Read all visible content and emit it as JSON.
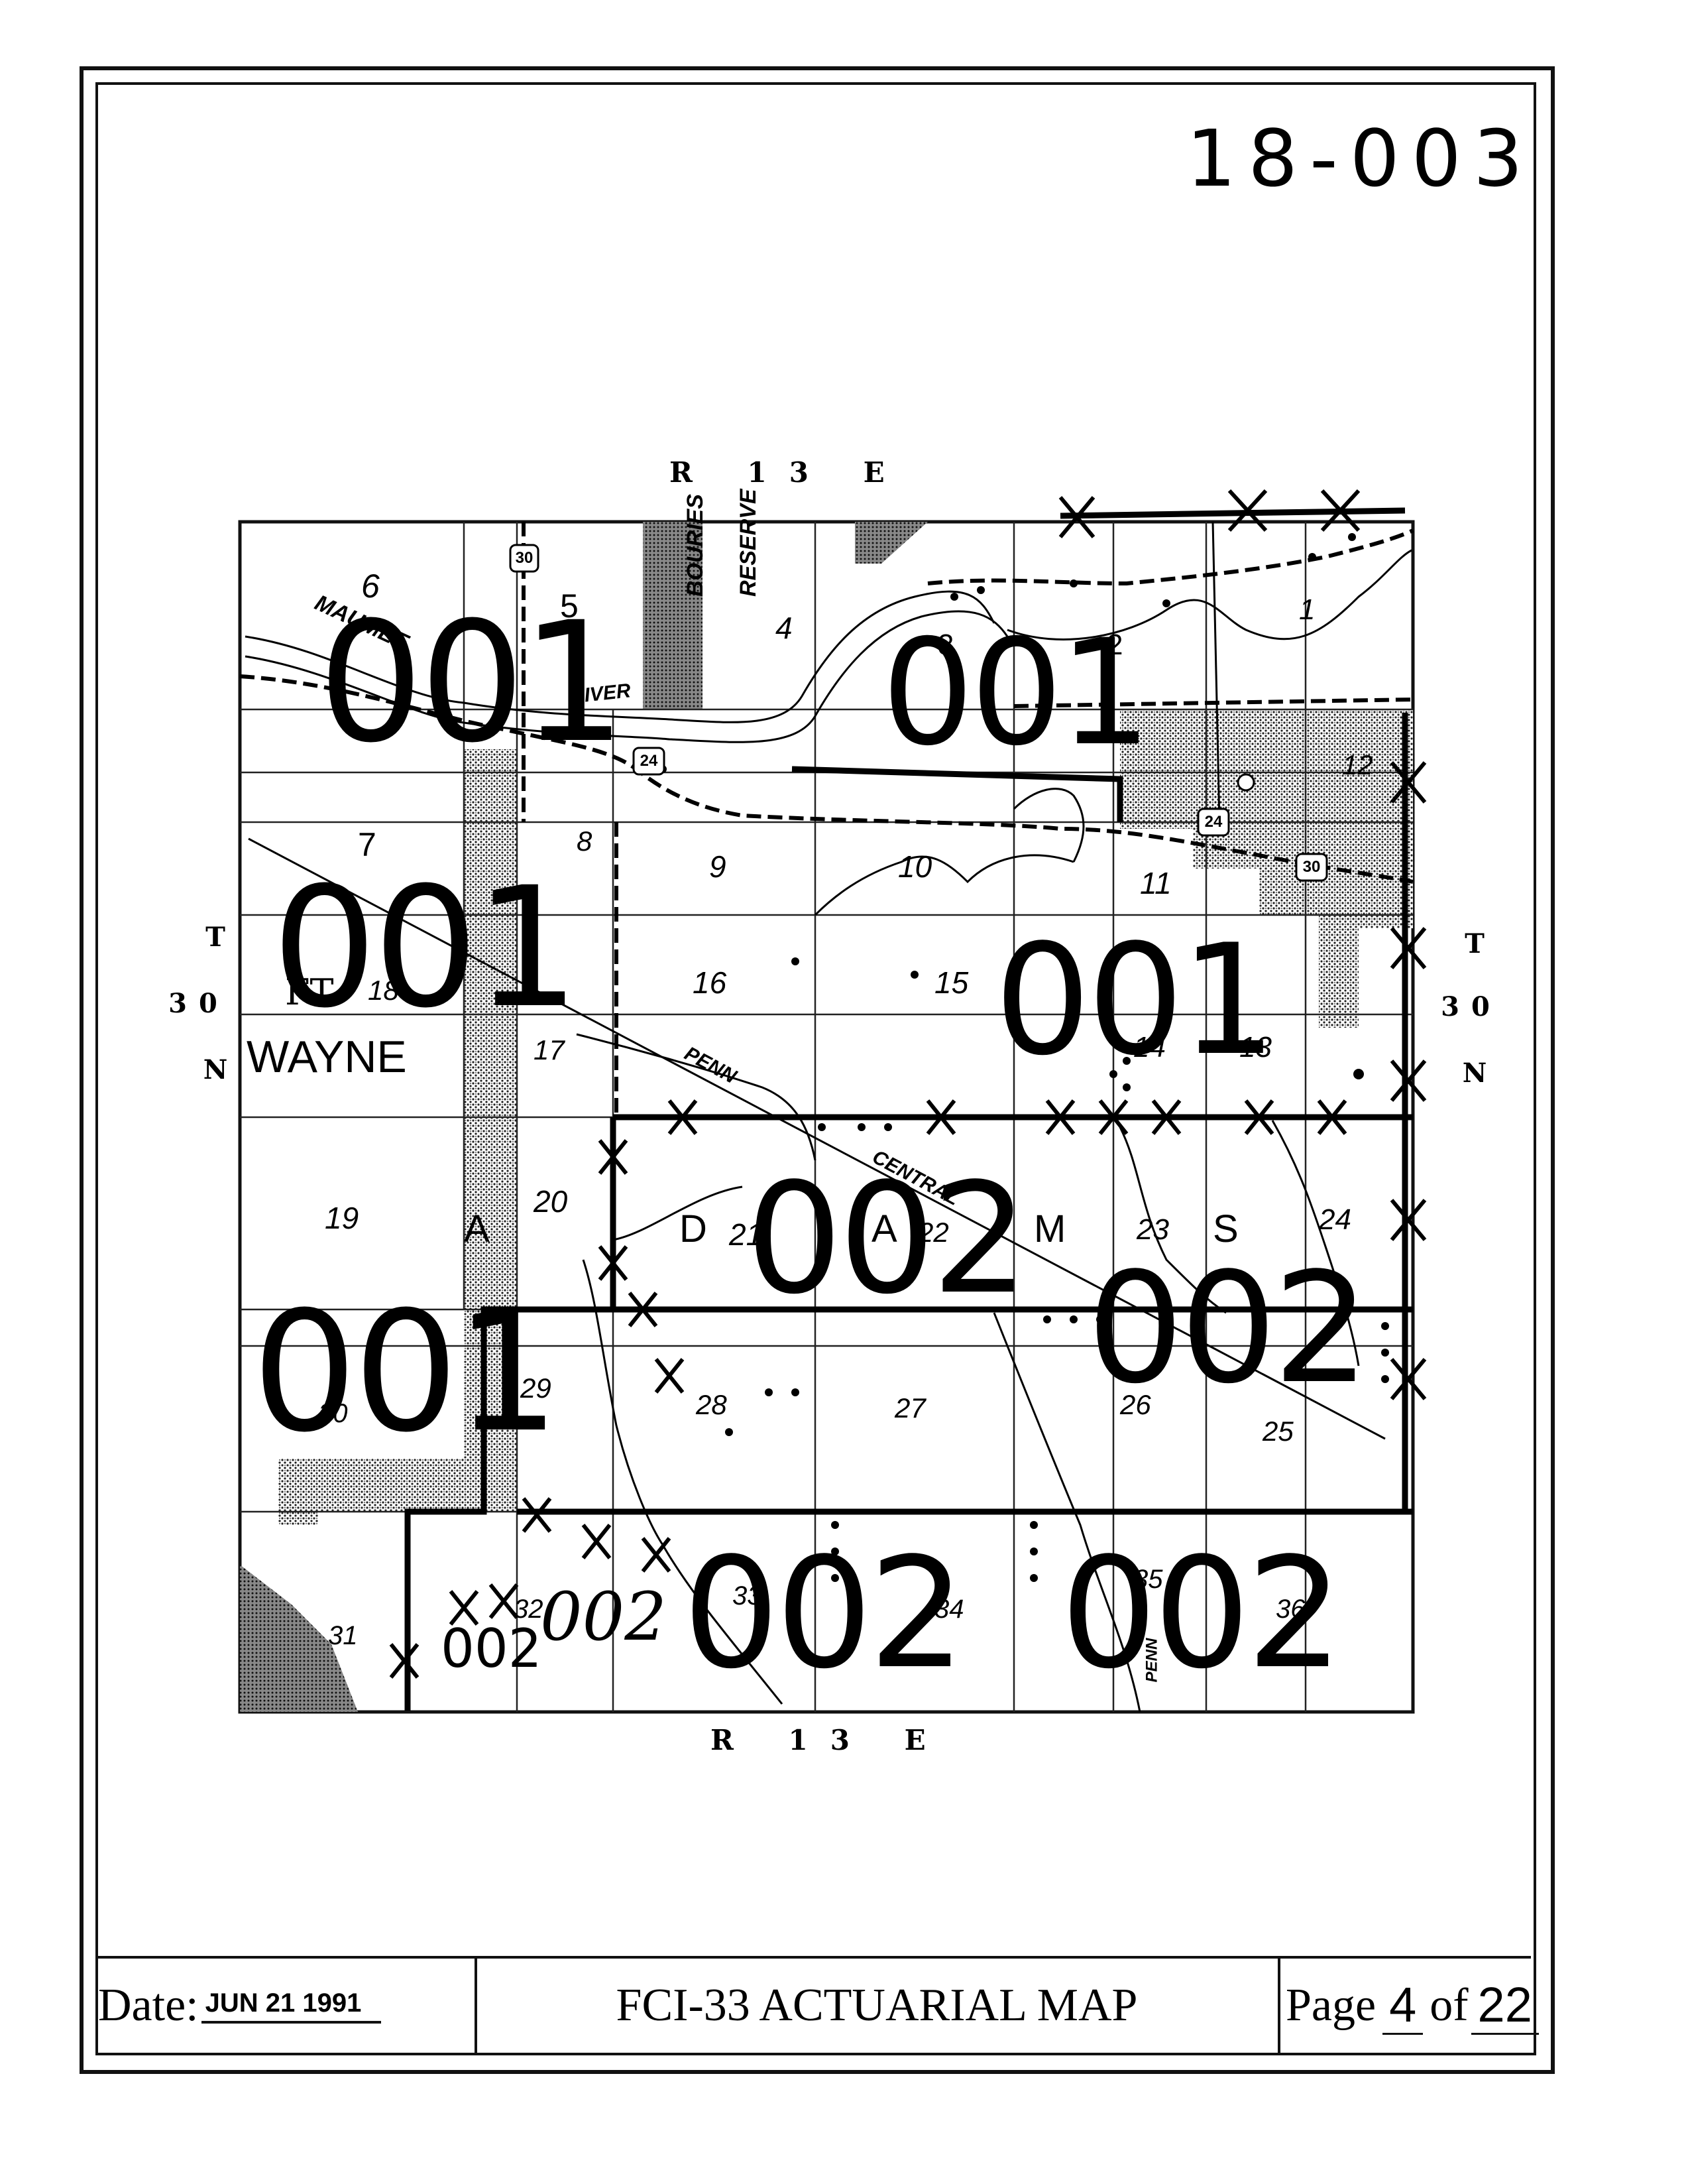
{
  "document_id": "18-003",
  "range_top": "R 13 E",
  "range_bottom": "R 13 E",
  "township_left": [
    "T",
    "30",
    "N"
  ],
  "township_right": [
    "T",
    "30",
    "N"
  ],
  "place_labels": {
    "city": "WAYNE",
    "city_prefix": "FT.",
    "river": "RIVER",
    "maumee": "MAUMEE",
    "reserve_1": "BOURIES",
    "reserve_2": "RESERVE",
    "railroad_1": "PENN",
    "railroad_2": "CENTRAL",
    "penn_small": "PENN"
  },
  "township_letters": [
    "A",
    "D",
    "A",
    "M",
    "S"
  ],
  "highways": [
    "30",
    "24",
    "24",
    "30"
  ],
  "sections": [
    "6",
    "5",
    "4",
    "3",
    "2",
    "1",
    "7",
    "8",
    "9",
    "10",
    "11",
    "12",
    "18",
    "17",
    "16",
    "15",
    "14",
    "13",
    "19",
    "20",
    "21",
    "22",
    "23",
    "24",
    "30",
    "29",
    "28",
    "27",
    "26",
    "25",
    "31",
    "32",
    "33",
    "34",
    "35",
    "36"
  ],
  "zones": [
    "001",
    "001",
    "001",
    "001",
    "001",
    "002",
    "002",
    "002",
    "002",
    "002",
    "002"
  ],
  "footer": {
    "date_label": "Date:",
    "date_value": "JUN 21 1991",
    "title": "FCI-33 ACTUARIAL MAP",
    "page_label": "Page",
    "page_number": "4",
    "page_of": "of",
    "page_total": "22"
  }
}
